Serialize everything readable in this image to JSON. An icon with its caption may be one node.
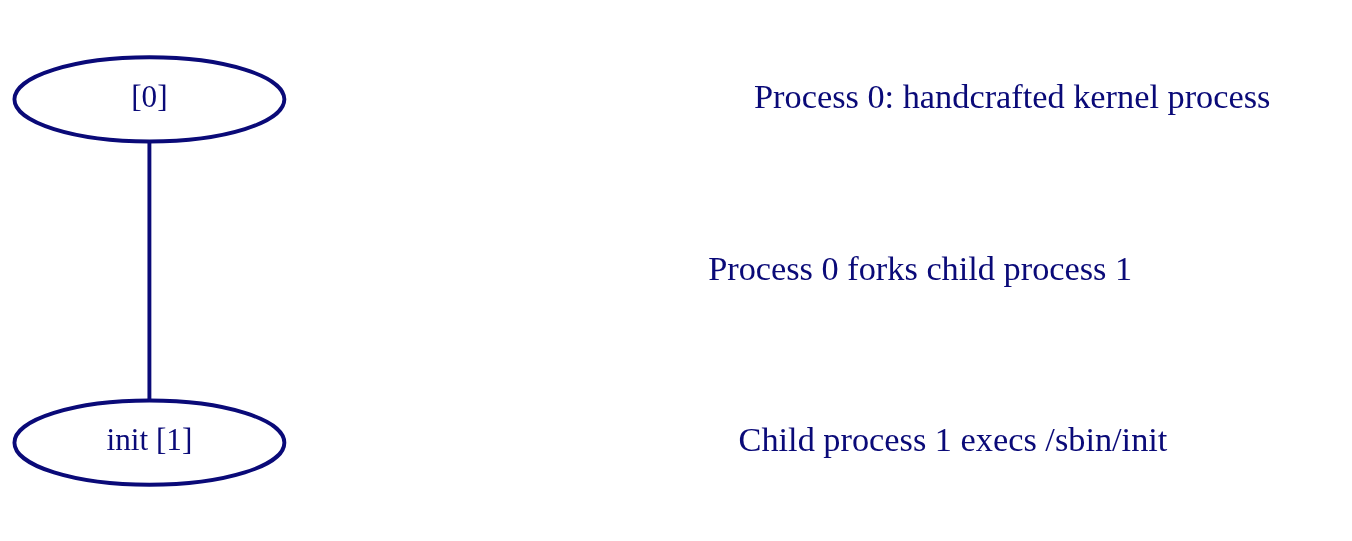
{
  "diagram": {
    "nodes": [
      {
        "text": [
          "[0]"
        ]
      },
      {
        "text": [
          "init [1]"
        ]
      }
    ],
    "edges": [
      {
        "from": 0,
        "to": 1,
        "arrow": "none"
      }
    ],
    "labels": [
      "Process 0: handcrafted kernel process",
      "Process 0 forks child process 1",
      "Child process 1 execs /sbin/init"
    ]
  }
}
